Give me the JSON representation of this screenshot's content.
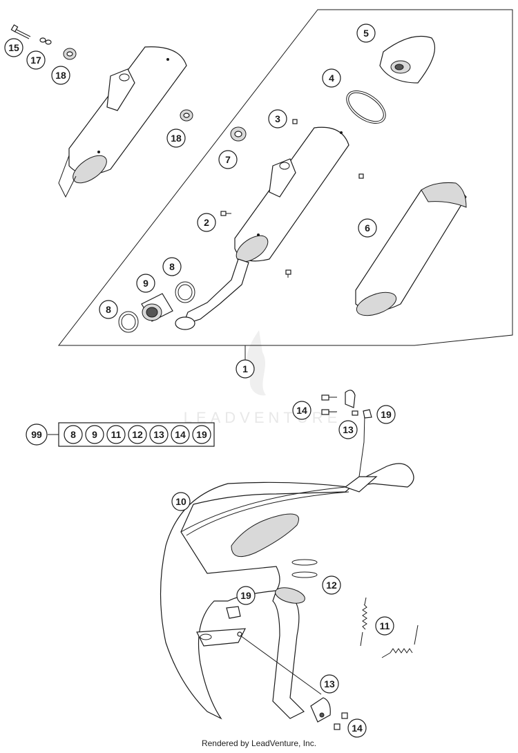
{
  "callouts": {
    "c1": "1",
    "c2": "2",
    "c3": "3",
    "c4": "4",
    "c5": "5",
    "c6": "6",
    "c7": "7",
    "c8a": "8",
    "c8b": "8",
    "c9": "9",
    "c10": "10",
    "c11": "11",
    "c12": "12",
    "c13a": "13",
    "c13b": "13",
    "c14a": "14",
    "c14b": "14",
    "c15": "15",
    "c17": "17",
    "c18a": "18",
    "c18b": "18",
    "c19a": "19",
    "c19b": "19",
    "c99": "99"
  },
  "kit": [
    "8",
    "9",
    "11",
    "12",
    "13",
    "14",
    "19"
  ],
  "watermark": "LEADVENTURE",
  "footer": "Rendered by LeadVenture, Inc."
}
